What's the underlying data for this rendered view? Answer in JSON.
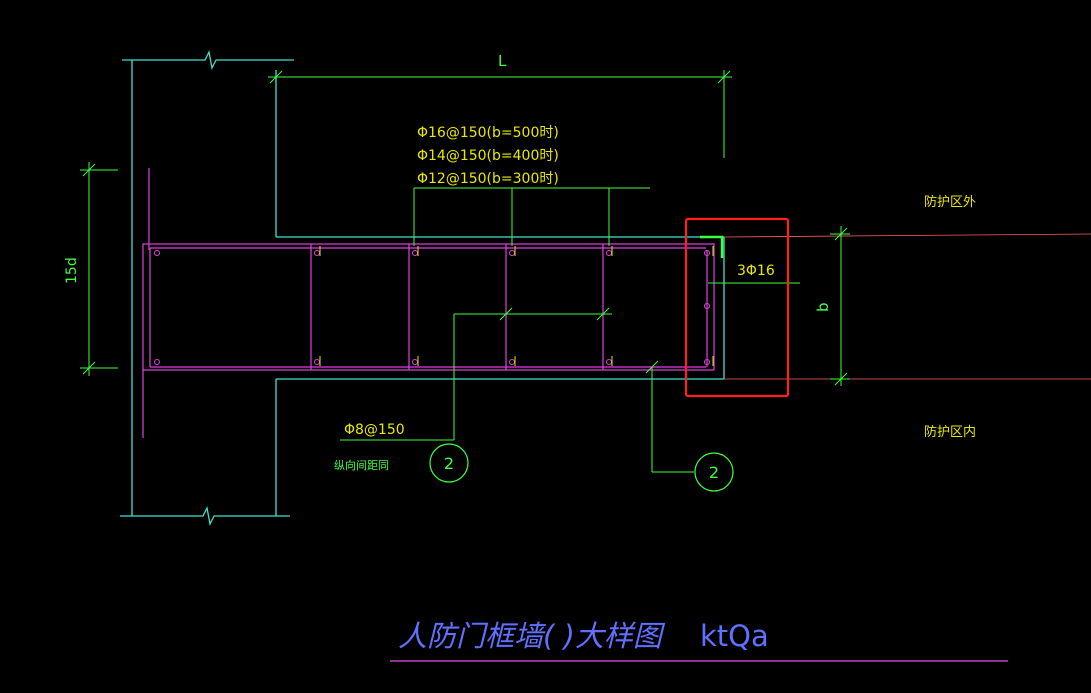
{
  "drawing": {
    "dimension_L": "L",
    "dimension_15d": "15d",
    "dimension_b": "b",
    "rebar_note_1": "Φ16@150(b=500时)",
    "rebar_note_2": "Φ14@150(b=400时)",
    "rebar_note_3": "Φ12@150(b=300时)",
    "end_bars_label": "3Φ16",
    "stirrup_label": "Φ8@150",
    "stirrup_sub_label": "纵向间距同",
    "section_marker_left": "2",
    "section_marker_right": "2",
    "zone_outer_label": "防护区外",
    "zone_inner_label": "防护区内",
    "title": "人防门框墙(      )大样图",
    "title_suffix": "ktQa"
  },
  "colors": {
    "background": "#000000",
    "concrete_outline": "#40e0d0",
    "rebar_magenta": "#e040e0",
    "dimension_green": "#40ff40",
    "text_green": "#40ff40",
    "text_yellow": "#e8e800",
    "title_blue": "#6070ff",
    "title_underline": "#c040c0",
    "highlight_red": "#ff2020",
    "reference_red": "#ff6060"
  }
}
